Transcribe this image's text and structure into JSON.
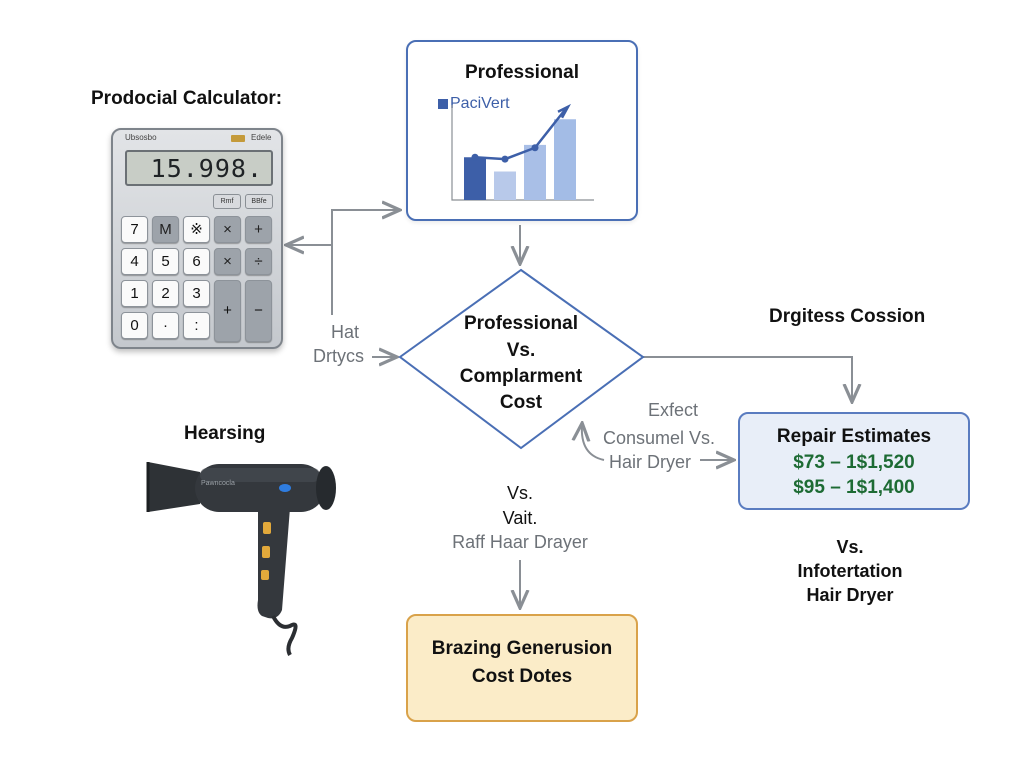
{
  "calculator": {
    "title": "Prodocial Calculator:",
    "brand": "Ubsosbo",
    "mode": "Edele",
    "display": "15.998.",
    "fn_keys": [
      "Rmf",
      "BBfe"
    ],
    "keys": [
      "7",
      "M",
      "※",
      "×",
      "+",
      "4",
      "5",
      "6",
      "×",
      "÷",
      "1",
      "2",
      "3",
      "+",
      "−",
      "0",
      "·",
      ":"
    ]
  },
  "professional_box": {
    "title": "Professional",
    "legend_label": "PaciVert",
    "chart_data": {
      "type": "bar",
      "categories": [
        "",
        "",
        "",
        ""
      ],
      "series": [
        {
          "values": [
            45,
            30,
            58,
            85
          ]
        },
        {
          "values": [
            45,
            43,
            55,
            95
          ]
        }
      ],
      "colors": [
        "#3d5fa8",
        "#b8c9ea",
        "#a9bfe7",
        "#a3bce6"
      ],
      "line_color": "#3d5fa8"
    }
  },
  "diamond": {
    "line1": "Professional",
    "line2": "Vs.",
    "line3": "Complarment",
    "line4": "Cost"
  },
  "left_label": {
    "line1": "Hat",
    "line2": "Drtycs"
  },
  "right_heading": "Drgitess Cossion",
  "middle_right": {
    "line1": "Exfect",
    "line2": "Consumel Vs.",
    "line3": "Hair Dryer"
  },
  "repair_box": {
    "title": "Repair Estimates",
    "line1": "$73 – 1$1,520",
    "line2": "$95 – 1$1,400",
    "value_color": "#1d6b34"
  },
  "hair_dryer": {
    "heading": "Hearsing",
    "brand": "Pawncocla"
  },
  "middle_bottom": {
    "line1": "Vs.",
    "line2": "Vait.",
    "line3": "Raff Haar Drayer"
  },
  "bottom_right": {
    "line1": "Vs.",
    "line2": "Infotertation",
    "line3": "Hair Dryer"
  },
  "brazing_box": {
    "line1": "Brazing Generusion",
    "line2": "Cost Dotes"
  },
  "colors": {
    "arrow": "#8a8f95",
    "diamond_border": "#4a6fb5",
    "box_border": "#4a6fb5"
  }
}
